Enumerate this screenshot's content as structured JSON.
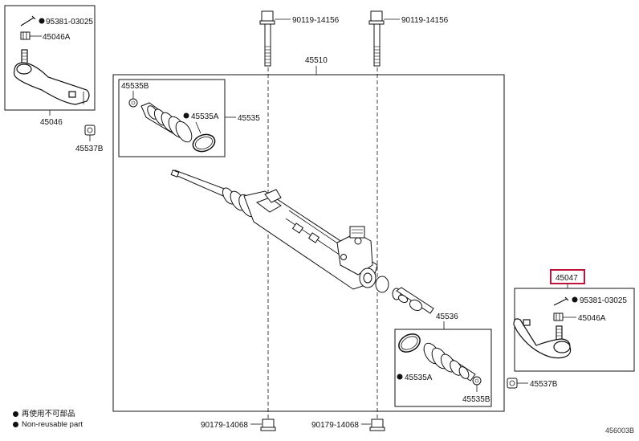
{
  "parts": {
    "cotter_pin_left": "95381-03025",
    "nut_left": "45046A",
    "tie_rod_end_left": "45046",
    "grease_cap_left": "45537B",
    "bolt_top_left": "90119-14156",
    "bolt_top_right": "90119-14156",
    "rack_assembly": "45510",
    "boot_kit_left": "45535",
    "boot_clip_small_left": "45535B",
    "boot_clamp_left": "45535A",
    "boot_kit_right": "45536",
    "boot_clamp_right": "45535A",
    "boot_clip_small_right": "45535B",
    "nut_bottom_left": "90179-14068",
    "nut_bottom_right": "90179-14068",
    "tie_rod_end_right": "45047",
    "cotter_pin_right": "95381-03025",
    "nut_right": "45046A",
    "grease_cap_right": "45537B"
  },
  "legend": {
    "not_reusable_jp": "再使用不可部品",
    "not_reusable_en": "Non-reusable part"
  },
  "diagram_code": "456003B",
  "highlight_color": "#c0143c"
}
